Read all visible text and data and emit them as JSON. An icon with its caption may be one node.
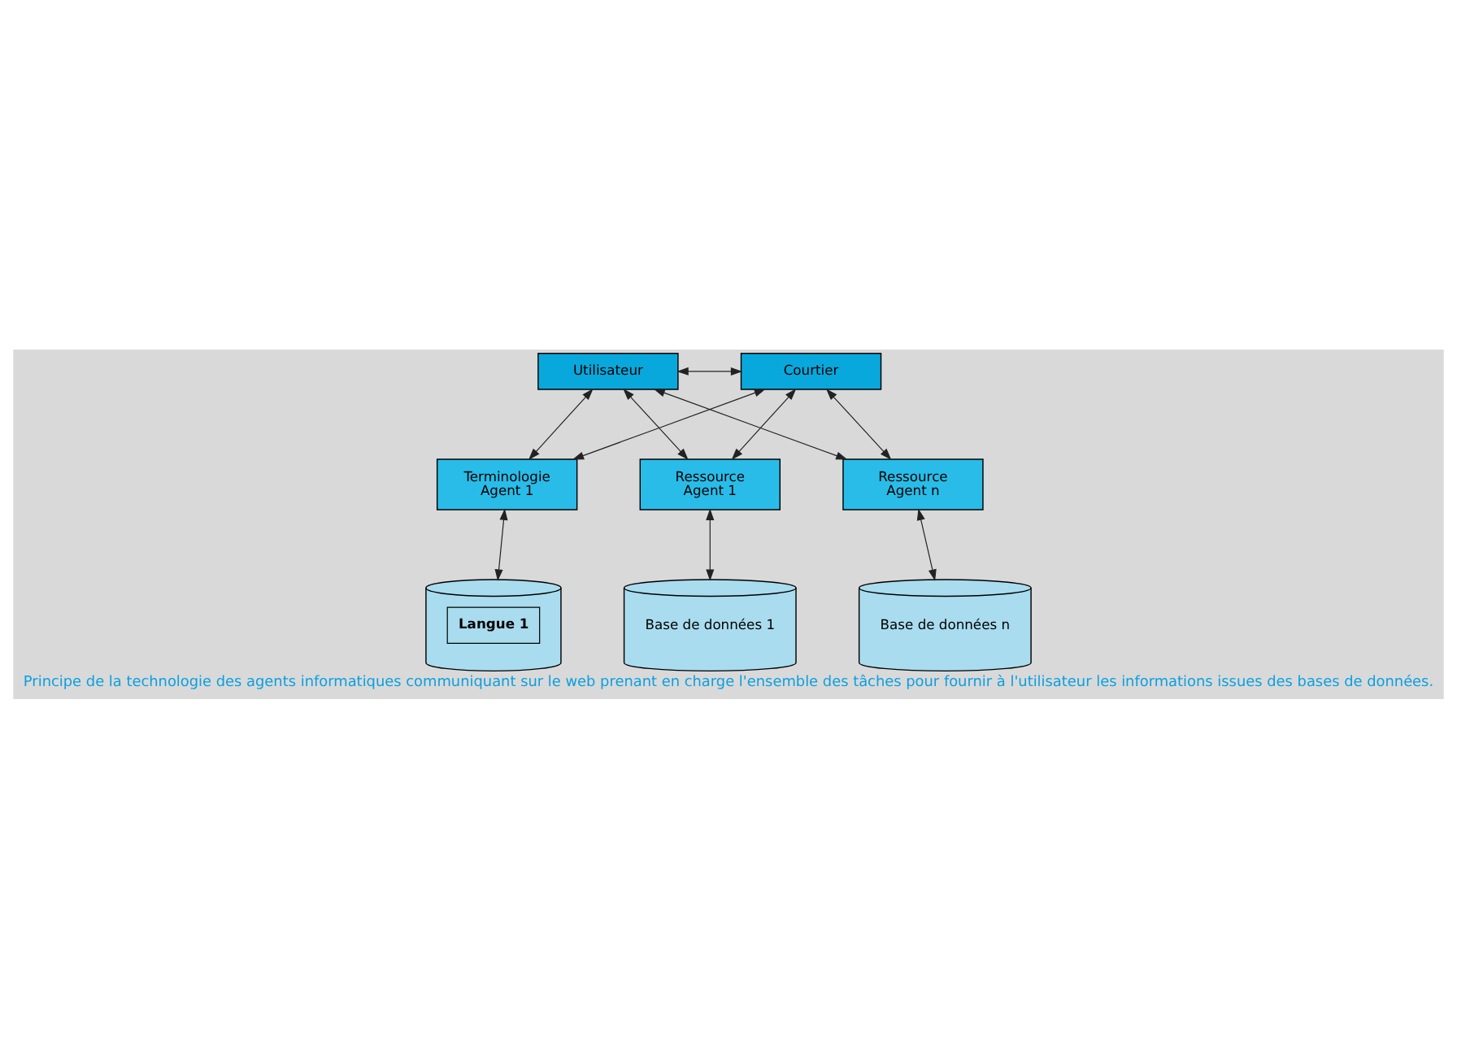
{
  "diagram": {
    "caption": "Principe de la technologie des agents informatiques communiquant sur le web prenant en charge l'ensemble des tâches pour fournir à l'utilisateur les informations issues des bases de données.",
    "nodes": [
      {
        "text": [
          "Utilisateur"
        ]
      },
      {
        "text": [
          "Courtier"
        ]
      },
      {
        "text": [
          "Terminologie",
          "Agent 1"
        ]
      },
      {
        "text": [
          "Ressource",
          "Agent 1"
        ]
      },
      {
        "text": [
          "Ressource",
          "Agent n"
        ]
      },
      {
        "text": [
          "Langue 1"
        ]
      },
      {
        "text": [
          "Base de données 1"
        ]
      },
      {
        "text": [
          "Base de données n"
        ]
      }
    ],
    "edges": [
      {
        "from": 0,
        "to": 1,
        "arrow": "both"
      },
      {
        "from": 0,
        "to": 2,
        "arrow": "both"
      },
      {
        "from": 0,
        "to": 3,
        "arrow": "both"
      },
      {
        "from": 0,
        "to": 4,
        "arrow": "both"
      },
      {
        "from": 1,
        "to": 2,
        "arrow": "both"
      },
      {
        "from": 1,
        "to": 3,
        "arrow": "both"
      },
      {
        "from": 1,
        "to": 4,
        "arrow": "both"
      },
      {
        "from": 2,
        "to": 5,
        "arrow": "both"
      },
      {
        "from": 3,
        "to": 6,
        "arrow": "both"
      },
      {
        "from": 4,
        "to": 7,
        "arrow": "both"
      }
    ]
  }
}
